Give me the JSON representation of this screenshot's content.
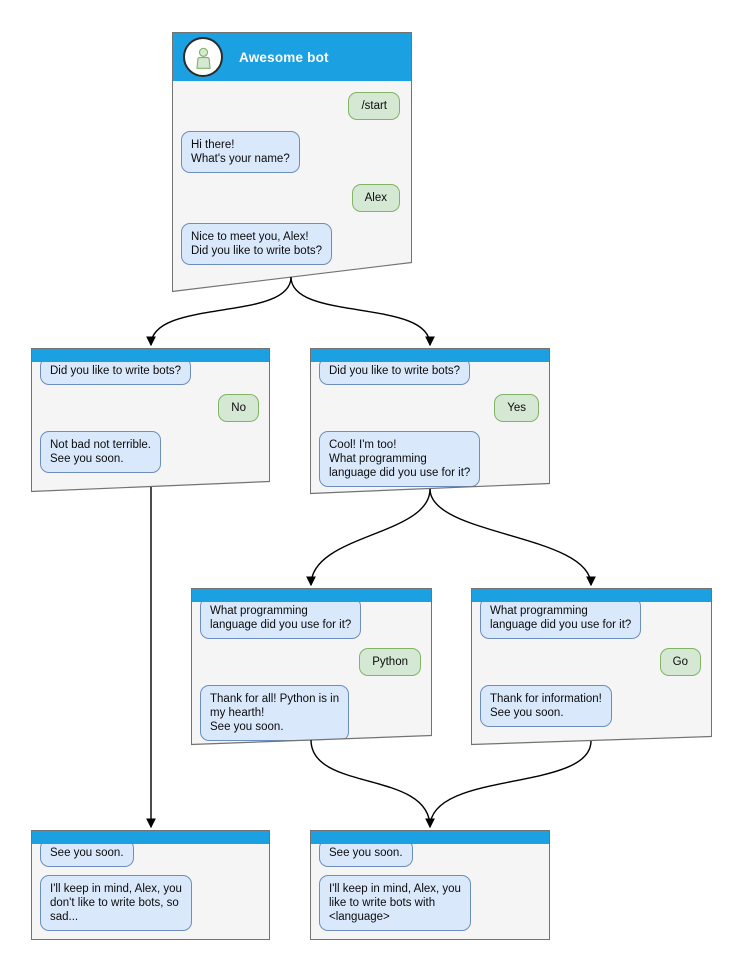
{
  "colors": {
    "header_blue": "#1BA1E2",
    "box_fill": "#F5F5F5",
    "box_border": "#737373",
    "bot_bubble_fill": "#DAE8FC",
    "bot_bubble_border": "#6C8EBF",
    "user_bubble_fill": "#D5E8D4",
    "user_bubble_border": "#82B366",
    "title_text": "#FFFFFF",
    "connector": "#000000"
  },
  "bot": {
    "title": "Awesome bot",
    "avatar_icon": "person-icon"
  },
  "flow": {
    "root": {
      "messages": [
        {
          "from": "user",
          "text": "/start"
        },
        {
          "from": "bot",
          "text": "Hi there!\nWhat's your name?"
        },
        {
          "from": "user",
          "text": "Alex"
        },
        {
          "from": "bot",
          "text": "Nice to meet you, Alex!\nDid you like to write bots?"
        }
      ]
    },
    "branch_no": {
      "messages": [
        {
          "from": "bot",
          "text": "Did you like to write bots?"
        },
        {
          "from": "user",
          "text": "No"
        },
        {
          "from": "bot",
          "text": "Not bad not terrible.\nSee you soon."
        }
      ]
    },
    "branch_yes": {
      "messages": [
        {
          "from": "bot",
          "text": "Did you like to write bots?"
        },
        {
          "from": "user",
          "text": "Yes"
        },
        {
          "from": "bot",
          "text": "Cool! I'm too!\nWhat programming\nlanguage did you use for it?"
        }
      ]
    },
    "branch_python": {
      "messages": [
        {
          "from": "bot",
          "text": "What programming\nlanguage did you use for it?"
        },
        {
          "from": "user",
          "text": "Python"
        },
        {
          "from": "bot",
          "text": "Thank for all! Python is in\nmy hearth!\nSee you soon."
        }
      ]
    },
    "branch_go": {
      "messages": [
        {
          "from": "bot",
          "text": "What programming\nlanguage did you use for it?"
        },
        {
          "from": "user",
          "text": "Go"
        },
        {
          "from": "bot",
          "text": "Thank for information!\nSee you soon."
        }
      ]
    },
    "end_no": {
      "messages": [
        {
          "from": "bot",
          "text": "See you soon."
        },
        {
          "from": "bot",
          "text": "I'll keep in mind, Alex, you\ndon't like to write bots, so\nsad..."
        }
      ]
    },
    "end_yes": {
      "messages": [
        {
          "from": "bot",
          "text": "See you soon."
        },
        {
          "from": "bot",
          "text": "I'll keep in mind, Alex, you\nlike to write bots with\n<language>"
        }
      ]
    }
  }
}
